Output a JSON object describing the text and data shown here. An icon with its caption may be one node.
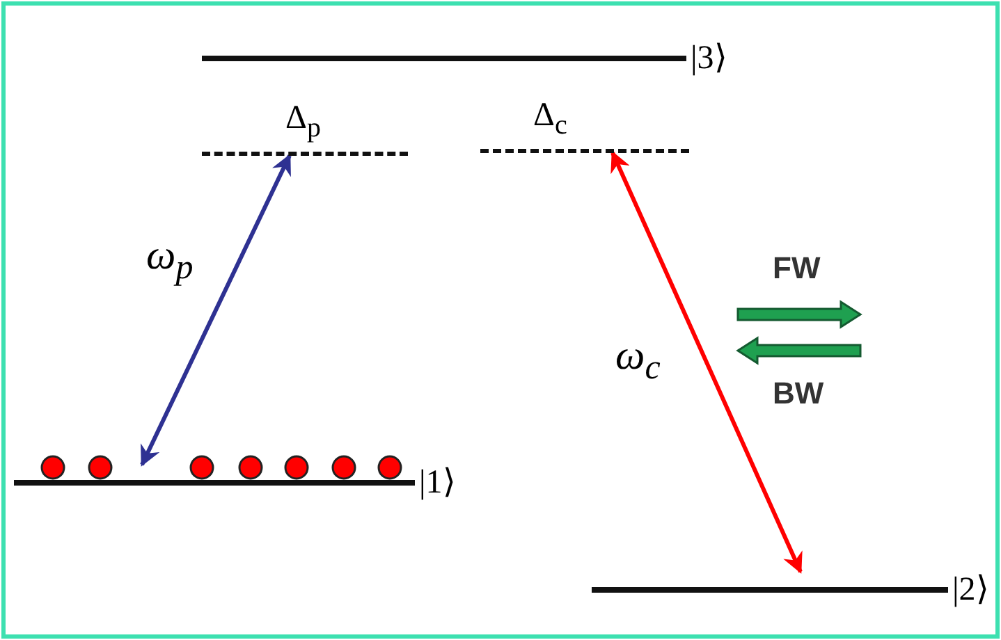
{
  "diagram": {
    "nodes": [
      {
        "text": [
          "|3⟩"
        ]
      },
      {
        "text": [
          "Δ$_{p}$"
        ]
      },
      {
        "text": [
          "Δ$_{c}$"
        ]
      },
      {
        "text": [
          "|1⟩"
        ]
      },
      {
        "text": [
          "|2⟩"
        ]
      }
    ],
    "edges": [
      {
        "from": 3,
        "to": 1,
        "arrow": "both",
        "label": "ω$_{p}$",
        "color": "#2e3192"
      },
      {
        "from": 4,
        "to": 2,
        "arrow": "both",
        "label": "ω$_{c}$",
        "color": "#ff0000"
      }
    ],
    "labels": [
      "FW",
      "BW"
    ]
  }
}
